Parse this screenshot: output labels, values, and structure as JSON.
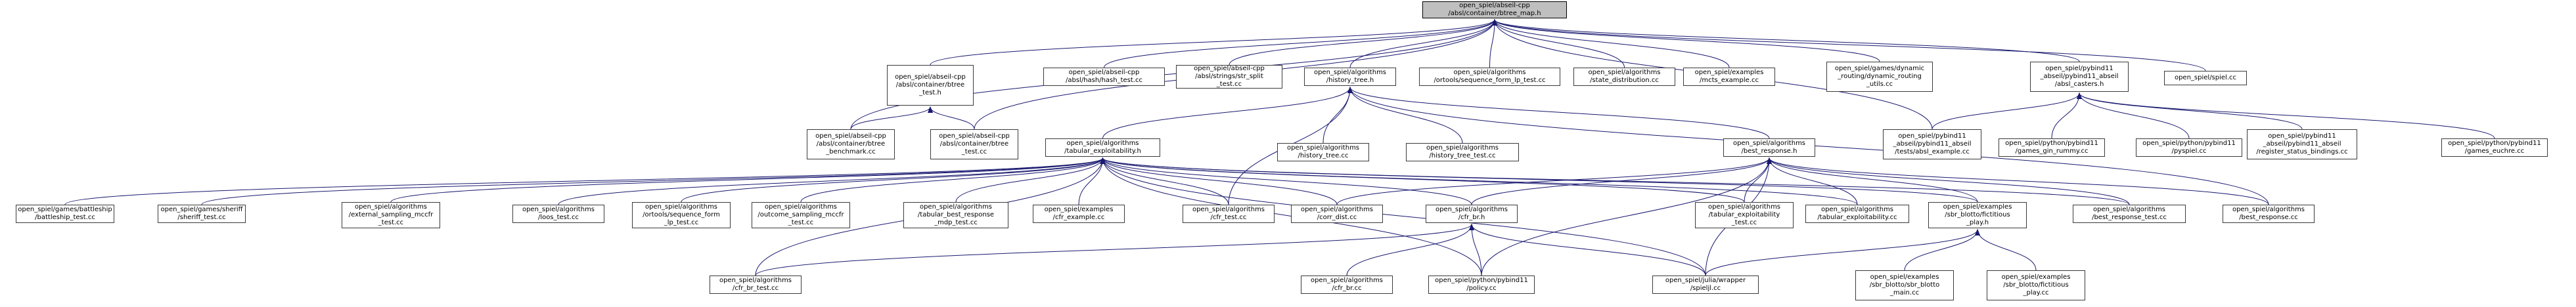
{
  "graph": {
    "root": "abseil_btree_map",
    "nodes": [
      {
        "id": "abseil_btree_map",
        "lines": [
          "open_spiel/abseil-cpp",
          "/absl/container/btree_map.h"
        ]
      },
      {
        "id": "abseil_btree_test_h",
        "lines": [
          "open_spiel/abseil-cpp",
          "/absl/container/btree",
          "_test.h"
        ]
      },
      {
        "id": "abseil_hash_test",
        "lines": [
          "open_spiel/abseil-cpp",
          "/absl/hash/hash_test.cc"
        ]
      },
      {
        "id": "abseil_str_split_test",
        "lines": [
          "open_spiel/abseil-cpp",
          "/absl/strings/str_split",
          "_test.cc"
        ]
      },
      {
        "id": "history_tree_h",
        "lines": [
          "open_spiel/algorithms",
          "/history_tree.h"
        ]
      },
      {
        "id": "sequence_form_lp_test",
        "lines": [
          "open_spiel/algorithms",
          "/ortools/sequence_form_lp_test.cc"
        ]
      },
      {
        "id": "state_distribution",
        "lines": [
          "open_spiel/algorithms",
          "/state_distribution.cc"
        ]
      },
      {
        "id": "mcts_example",
        "lines": [
          "open_spiel/examples",
          "/mcts_example.cc"
        ]
      },
      {
        "id": "dynamic_routing_utils",
        "lines": [
          "open_spiel/games/dynamic",
          "_routing/dynamic_routing",
          "_utils.cc"
        ]
      },
      {
        "id": "pybind_absl_casters",
        "lines": [
          "open_spiel/pybind11",
          "_abseil/pybind11_abseil",
          "/absl_casters.h"
        ]
      },
      {
        "id": "spiel_cc",
        "lines": [
          "open_spiel/spiel.cc"
        ]
      },
      {
        "id": "abseil_btree_benchmark",
        "lines": [
          "open_spiel/abseil-cpp",
          "/absl/container/btree",
          "_benchmark.cc"
        ]
      },
      {
        "id": "abseil_btree_test",
        "lines": [
          "open_spiel/abseil-cpp",
          "/absl/container/btree",
          "_test.cc"
        ]
      },
      {
        "id": "tabular_exploitability_h",
        "lines": [
          "open_spiel/algorithms",
          "/tabular_exploitability.h"
        ]
      },
      {
        "id": "history_tree_cc",
        "lines": [
          "open_spiel/algorithms",
          "/history_tree.cc"
        ]
      },
      {
        "id": "history_tree_test",
        "lines": [
          "open_spiel/algorithms",
          "/history_tree_test.cc"
        ]
      },
      {
        "id": "best_response_h",
        "lines": [
          "open_spiel/algorithms",
          "/best_response.h"
        ]
      },
      {
        "id": "absl_example",
        "lines": [
          "open_spiel/pybind11",
          "_abseil/pybind11_abseil",
          "/tests/absl_example.cc"
        ]
      },
      {
        "id": "games_gin_rummy",
        "lines": [
          "open_spiel/python/pybind11",
          "/games_gin_rummy.cc"
        ]
      },
      {
        "id": "pyspiel",
        "lines": [
          "open_spiel/python/pybind11",
          "/pyspiel.cc"
        ]
      },
      {
        "id": "register_status_bindings",
        "lines": [
          "open_spiel/pybind11",
          "_abseil/pybind11_abseil",
          "/register_status_bindings.cc"
        ]
      },
      {
        "id": "games_euchre",
        "lines": [
          "open_spiel/python/pybind11",
          "/games_euchre.cc"
        ]
      },
      {
        "id": "battleship_test",
        "lines": [
          "open_spiel/games/battleship",
          "/battleship_test.cc"
        ]
      },
      {
        "id": "sheriff_test",
        "lines": [
          "open_spiel/games/sheriff",
          "/sheriff_test.cc"
        ]
      },
      {
        "id": "external_sampling_mccfr_test",
        "lines": [
          "open_spiel/algorithms",
          "/external_sampling_mccfr",
          "_test.cc"
        ]
      },
      {
        "id": "loss_test",
        "lines": [
          "open_spiel/algorithms",
          "/loos_test.cc"
        ]
      },
      {
        "id": "sequence_form_lp_test2",
        "lines": [
          "open_spiel/algorithms",
          "/ortools/sequence_form",
          "_lp_test.cc"
        ]
      },
      {
        "id": "outcome_sampling_mccfr_test",
        "lines": [
          "open_spiel/algorithms",
          "/outcome_sampling_mccfr",
          "_test.cc"
        ]
      },
      {
        "id": "tabular_best_response_mdp_test",
        "lines": [
          "open_spiel/algorithms",
          "/tabular_best_response",
          "_mdp_test.cc"
        ]
      },
      {
        "id": "cfr_example",
        "lines": [
          "open_spiel/examples",
          "/cfr_example.cc"
        ]
      },
      {
        "id": "cfr_test",
        "lines": [
          "open_spiel/algorithms",
          "/cfr_test.cc"
        ]
      },
      {
        "id": "corr_dist",
        "lines": [
          "open_spiel/algorithms",
          "/corr_dist.cc"
        ]
      },
      {
        "id": "cfr_br_h",
        "lines": [
          "open_spiel/algorithms",
          "/cfr_br.h"
        ]
      },
      {
        "id": "tabular_exploitability_test",
        "lines": [
          "open_spiel/algorithms",
          "/tabular_exploitability",
          "_test.cc"
        ]
      },
      {
        "id": "tabular_exploitability_cc",
        "lines": [
          "open_spiel/algorithms",
          "/tabular_exploitability.cc"
        ]
      },
      {
        "id": "sbr_blotto_fictitious_play_h",
        "lines": [
          "open_spiel/examples",
          "/sbr_blotto/fictitious",
          "_play.h"
        ]
      },
      {
        "id": "best_response_test",
        "lines": [
          "open_spiel/algorithms",
          "/best_response_test.cc"
        ]
      },
      {
        "id": "best_response_cc",
        "lines": [
          "open_spiel/algorithms",
          "/best_response.cc"
        ]
      },
      {
        "id": "cfr_br_test",
        "lines": [
          "open_spiel/algorithms",
          "/cfr_br_test.cc"
        ]
      },
      {
        "id": "cfr_br_cc",
        "lines": [
          "open_spiel/algorithms",
          "/cfr_br.cc"
        ]
      },
      {
        "id": "policy_cc",
        "lines": [
          "open_spiel/python/pybind11",
          "/policy.cc"
        ]
      },
      {
        "id": "julia_spieljl",
        "lines": [
          "open_spiel/julia/wrapper",
          "/spieljl.cc"
        ]
      },
      {
        "id": "sbr_blotto_main",
        "lines": [
          "open_spiel/examples",
          "/sbr_blotto/sbr_blotto",
          "_main.cc"
        ]
      },
      {
        "id": "sbr_blotto_fictitious_play_cc",
        "lines": [
          "open_spiel/examples",
          "/sbr_blotto/fictitious",
          "_play.cc"
        ]
      }
    ],
    "edges": [
      [
        "abseil_btree_test_h",
        "abseil_btree_map"
      ],
      [
        "abseil_hash_test",
        "abseil_btree_map"
      ],
      [
        "abseil_str_split_test",
        "abseil_btree_map"
      ],
      [
        "history_tree_h",
        "abseil_btree_map"
      ],
      [
        "sequence_form_lp_test",
        "abseil_btree_map"
      ],
      [
        "state_distribution",
        "abseil_btree_map"
      ],
      [
        "mcts_example",
        "abseil_btree_map"
      ],
      [
        "dynamic_routing_utils",
        "abseil_btree_map"
      ],
      [
        "pybind_absl_casters",
        "abseil_btree_map"
      ],
      [
        "spiel_cc",
        "abseil_btree_map"
      ],
      [
        "abseil_btree_benchmark",
        "abseil_btree_map"
      ],
      [
        "abseil_btree_test",
        "abseil_btree_map"
      ],
      [
        "absl_example",
        "abseil_btree_map"
      ],
      [
        "abseil_btree_benchmark",
        "abseil_btree_test_h"
      ],
      [
        "abseil_btree_test",
        "abseil_btree_test_h"
      ],
      [
        "tabular_exploitability_h",
        "history_tree_h"
      ],
      [
        "history_tree_cc",
        "history_tree_h"
      ],
      [
        "history_tree_test",
        "history_tree_h"
      ],
      [
        "best_response_h",
        "history_tree_h"
      ],
      [
        "cfr_test",
        "history_tree_h"
      ],
      [
        "best_response_cc",
        "history_tree_h"
      ],
      [
        "absl_example",
        "pybind_absl_casters"
      ],
      [
        "games_gin_rummy",
        "pybind_absl_casters"
      ],
      [
        "pyspiel",
        "pybind_absl_casters"
      ],
      [
        "register_status_bindings",
        "pybind_absl_casters"
      ],
      [
        "games_euchre",
        "pybind_absl_casters"
      ],
      [
        "battleship_test",
        "tabular_exploitability_h"
      ],
      [
        "sheriff_test",
        "tabular_exploitability_h"
      ],
      [
        "external_sampling_mccfr_test",
        "tabular_exploitability_h"
      ],
      [
        "loss_test",
        "tabular_exploitability_h"
      ],
      [
        "sequence_form_lp_test2",
        "tabular_exploitability_h"
      ],
      [
        "outcome_sampling_mccfr_test",
        "tabular_exploitability_h"
      ],
      [
        "tabular_best_response_mdp_test",
        "tabular_exploitability_h"
      ],
      [
        "cfr_example",
        "tabular_exploitability_h"
      ],
      [
        "cfr_test",
        "tabular_exploitability_h"
      ],
      [
        "corr_dist",
        "tabular_exploitability_h"
      ],
      [
        "cfr_br_h",
        "tabular_exploitability_h"
      ],
      [
        "tabular_exploitability_test",
        "tabular_exploitability_h"
      ],
      [
        "tabular_exploitability_cc",
        "tabular_exploitability_h"
      ],
      [
        "sbr_blotto_fictitious_play_h",
        "tabular_exploitability_h"
      ],
      [
        "best_response_test",
        "tabular_exploitability_h"
      ],
      [
        "cfr_br_test",
        "tabular_exploitability_h"
      ],
      [
        "policy_cc",
        "tabular_exploitability_h"
      ],
      [
        "julia_spieljl",
        "tabular_exploitability_h"
      ],
      [
        "corr_dist",
        "best_response_h"
      ],
      [
        "cfr_br_h",
        "best_response_h"
      ],
      [
        "tabular_exploitability_test",
        "best_response_h"
      ],
      [
        "tabular_exploitability_cc",
        "best_response_h"
      ],
      [
        "sbr_blotto_fictitious_play_h",
        "best_response_h"
      ],
      [
        "best_response_test",
        "best_response_h"
      ],
      [
        "best_response_cc",
        "best_response_h"
      ],
      [
        "policy_cc",
        "best_response_h"
      ],
      [
        "julia_spieljl",
        "best_response_h"
      ],
      [
        "cfr_br_test",
        "cfr_br_h"
      ],
      [
        "cfr_br_cc",
        "cfr_br_h"
      ],
      [
        "policy_cc",
        "cfr_br_h"
      ],
      [
        "julia_spieljl",
        "cfr_br_h"
      ],
      [
        "sbr_blotto_main",
        "sbr_blotto_fictitious_play_h"
      ],
      [
        "sbr_blotto_fictitious_play_cc",
        "sbr_blotto_fictitious_play_h"
      ],
      [
        "julia_spieljl",
        "sbr_blotto_fictitious_play_h"
      ]
    ],
    "colors": {
      "root_fill": "#bfbfbf",
      "node_fill": "#ffffff",
      "node_border": "#3a3a3a",
      "edge": "#191970"
    }
  }
}
